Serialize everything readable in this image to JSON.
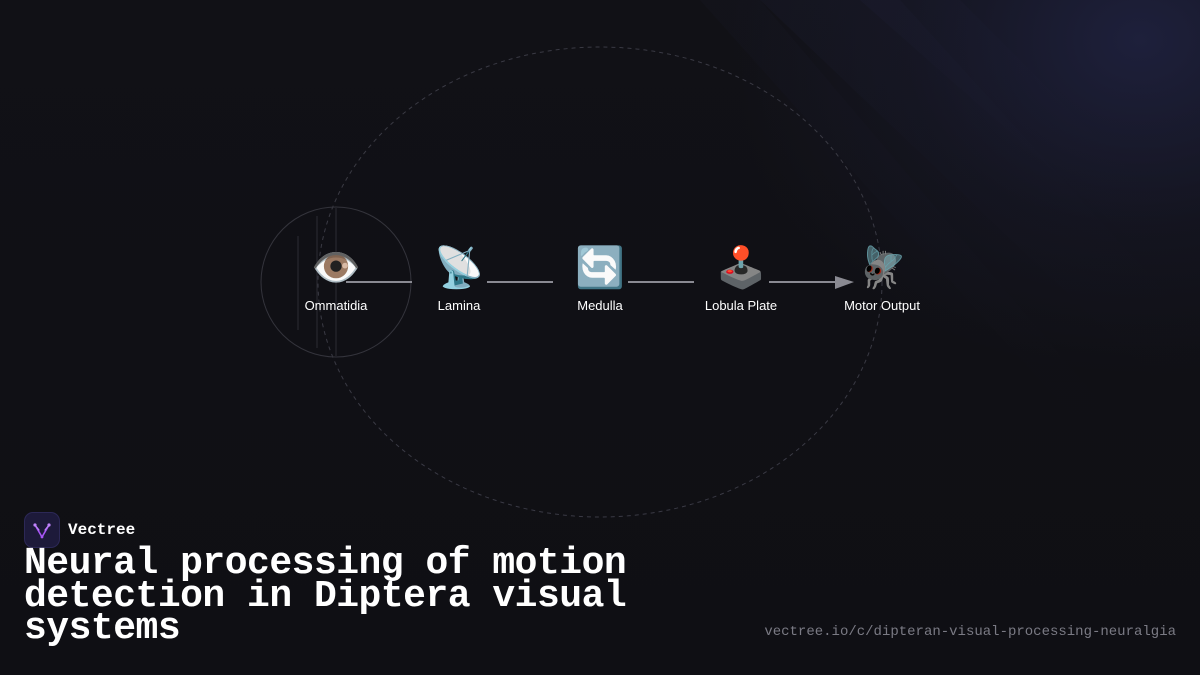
{
  "brand": {
    "name": "Vectree",
    "accent_color": "#a855f7"
  },
  "diagram": {
    "nodes": [
      {
        "icon": "👁️",
        "icon_name": "eye-icon",
        "label": "Ommatidia"
      },
      {
        "icon": "📡",
        "icon_name": "satellite-antenna-icon",
        "label": "Lamina"
      },
      {
        "icon": "🔄",
        "icon_name": "cycle-arrows-icon",
        "label": "Medulla"
      },
      {
        "icon": "🕹️",
        "icon_name": "joystick-icon",
        "label": "Lobula Plate"
      },
      {
        "icon": "🪰",
        "icon_name": "fly-icon",
        "label": "Motor Output"
      }
    ],
    "colors": {
      "connector": "#8a8a92",
      "dashed_ellipse": "#3a3a44",
      "lens_circle": "#34343c"
    }
  },
  "title": "Neural processing of motion detection in Diptera visual systems",
  "url": "vectree.io/c/dipteran-visual-processing-neuralgia"
}
